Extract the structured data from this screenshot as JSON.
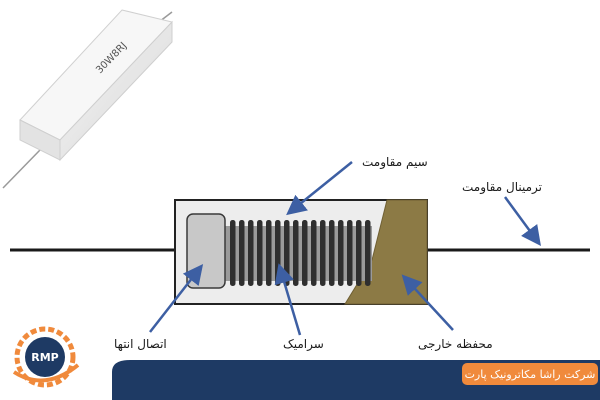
{
  "product_photo": {
    "marking": "30W8RJ"
  },
  "labels": {
    "wire": "سیم مقاومت",
    "terminal": "ترمینال مقاومت",
    "end_cap": "اتصال انتها",
    "ceramic": "سرامیک",
    "housing": "محفظه خارجی"
  },
  "footer": {
    "company": "شرکت راشا مکاترونیک پارت"
  },
  "logo": {
    "text": "RMP"
  },
  "colors": {
    "housing": "#8c7a45",
    "end_cap": "#c8c8c8",
    "coil": "#2f2f2f",
    "arrow": "#3d5fa3",
    "banner": "#1e3a64",
    "badge": "#f08a3c"
  }
}
